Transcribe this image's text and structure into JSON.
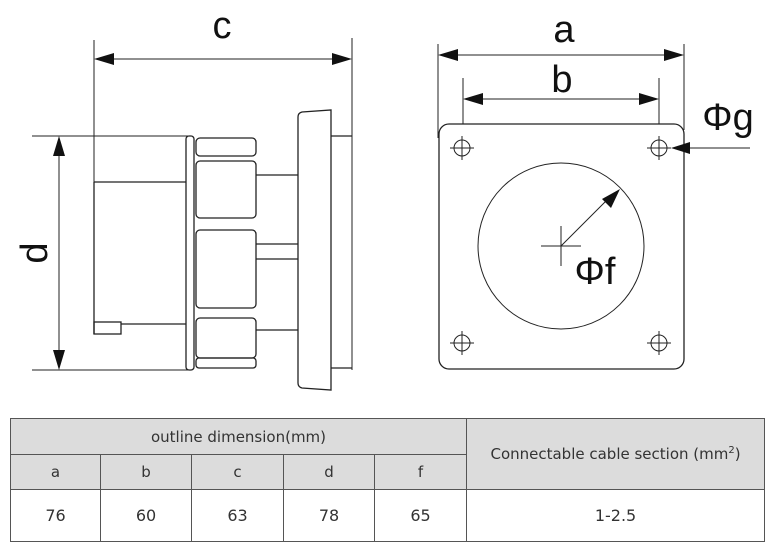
{
  "drawing": {
    "side_view": {
      "dimension_labels": {
        "width": "c",
        "height": "d"
      }
    },
    "front_view": {
      "dimension_labels": {
        "outer_width": "a",
        "hole_spacing": "b",
        "hole_diameter": "Φg",
        "cutout_diameter": "Φf"
      }
    }
  },
  "table": {
    "group_header": "outline dimension(mm)",
    "cable_header": "Connectable cable section (mm",
    "cable_header_sup": "2",
    "cable_header_close": ")",
    "columns": [
      "a",
      "b",
      "c",
      "d",
      "f"
    ],
    "values": [
      "76",
      "60",
      "63",
      "78",
      "65"
    ],
    "cable_value": "1-2.5"
  }
}
